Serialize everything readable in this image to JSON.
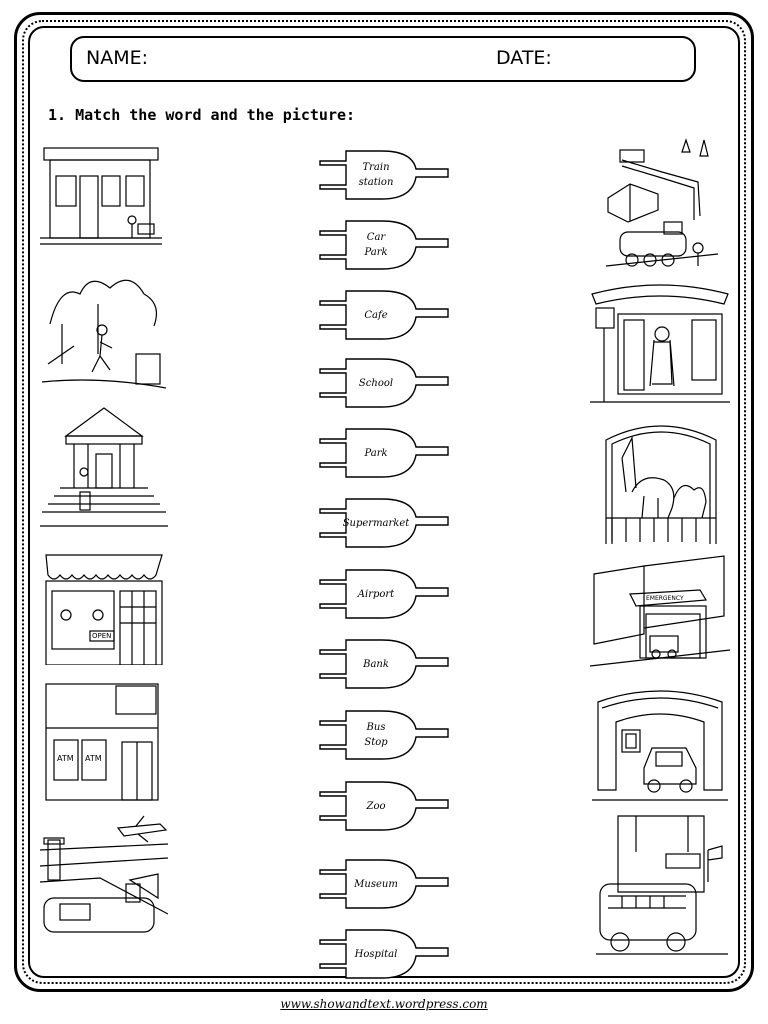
{
  "header": {
    "name_label": "NAME:",
    "date_label": "DATE:"
  },
  "instruction": "1. Match the word and the picture:",
  "plugs": [
    {
      "label": "Train\nstation"
    },
    {
      "label": "Car\nPark"
    },
    {
      "label": "Cafe"
    },
    {
      "label": "School"
    },
    {
      "label": "Park"
    },
    {
      "label": "Supermarket"
    },
    {
      "label": "Airport"
    },
    {
      "label": "Bank"
    },
    {
      "label": "Bus\nStop"
    },
    {
      "label": "Zoo"
    },
    {
      "label": "Museum"
    },
    {
      "label": "Hospital"
    }
  ],
  "left_pictures": [
    "supermarket-picture",
    "park-picture",
    "museum-picture",
    "cafe-picture",
    "bank-picture",
    "airport-picture"
  ],
  "right_pictures": [
    "train-station-picture",
    "bus-stop-picture",
    "zoo-picture",
    "hospital-picture",
    "car-park-picture",
    "school-picture"
  ],
  "left_picture_texts": {
    "cafe_sign": "OPEN",
    "atm_1": "ATM",
    "atm_2": "ATM"
  },
  "right_picture_texts": {
    "hospital_sign": "EMERGENCY"
  },
  "footer": "www.showandtext.wordpress.com"
}
